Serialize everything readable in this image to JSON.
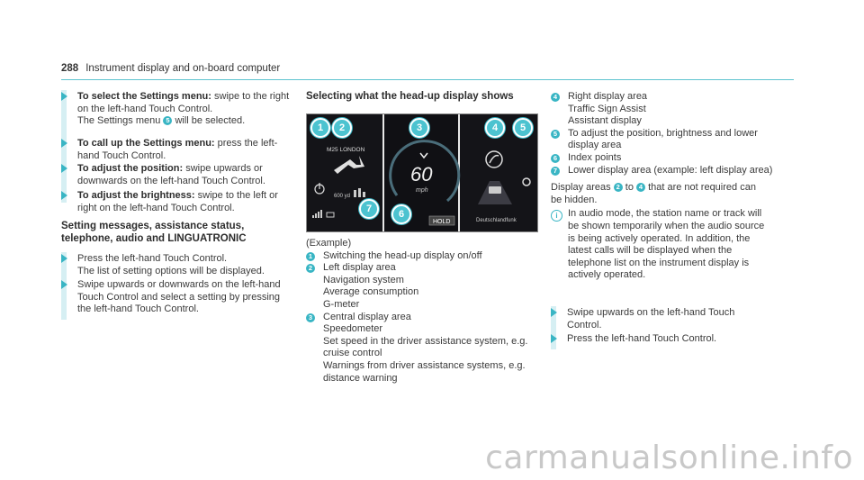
{
  "header": {
    "page_number": "288",
    "title": "Instrument display and on-board computer"
  },
  "left": {
    "steps": [
      {
        "bold": "To select the Settings menu:",
        "text": "swipe to the right on the left-hand Touch Control.",
        "extra_pre": "The Settings menu",
        "extra_num": "5",
        "extra_post": "will be selected."
      },
      {
        "bold": "To call up the Settings menu:",
        "text": "press the left-hand Touch Control."
      },
      {
        "bold": "To adjust the position:",
        "text": "swipe upwards or downwards on the left-hand Touch Control."
      },
      {
        "bold": "To adjust the brightness:",
        "text": "swipe to the left or right on the left-hand Touch Control."
      }
    ],
    "section_title": "Setting messages, assistance status, telephone, audio and LINGUATRONIC",
    "steps2": [
      {
        "text": "Press the left-hand Touch Control.",
        "extra": "The list of setting options will be displayed."
      },
      {
        "text": "Swipe upwards or downwards on the left-hand Touch Control and select a setting by pressing the left-hand Touch Control."
      }
    ]
  },
  "middle": {
    "section_title": "Selecting what the head-up display shows",
    "figure": {
      "station": "M25 LONDON",
      "distance": "600 yd",
      "speed": "60",
      "unit": "mph",
      "hold": "HOLD",
      "radio": "Deutschlandfunk",
      "callouts": [
        "1",
        "2",
        "3",
        "4",
        "5",
        "6",
        "7"
      ]
    },
    "caption": "(Example)",
    "items": [
      {
        "num": "1",
        "lines": [
          "Switching the head-up display on/off"
        ]
      },
      {
        "num": "2",
        "lines": [
          "Left display area",
          "Navigation system",
          "Average consumption",
          "G-meter"
        ]
      },
      {
        "num": "3",
        "lines": [
          "Central display area",
          "Speedometer",
          "Set speed in the driver assistance system, e.g. cruise control",
          "Warnings from driver assistance systems, e.g. distance warning"
        ]
      }
    ]
  },
  "right": {
    "items": [
      {
        "num": "4",
        "lines": [
          "Right display area",
          "Traffic Sign Assist",
          "Assistant display"
        ]
      },
      {
        "num": "5",
        "lines": [
          "To adjust the position, brightness and lower display area"
        ]
      },
      {
        "num": "6",
        "lines": [
          "Index points"
        ]
      },
      {
        "num": "7",
        "lines": [
          "Lower display area (example: left display area)"
        ]
      }
    ],
    "para_pre": "Display areas",
    "para_num1": "2",
    "para_mid": "to",
    "para_num2": "4",
    "para_post": "that are not required can be hidden.",
    "info": "In audio mode, the station name or track will be shown temporarily when the audio source is being actively operated. In addition, the latest calls will be displayed when the telephone list on the instrument display is actively operated.",
    "steps": [
      {
        "text": "Swipe upwards on the left-hand Touch Control."
      },
      {
        "text": "Press the left-hand Touch Control."
      }
    ]
  },
  "watermark": "carmanualsonline.info",
  "colors": {
    "accent": "#39b5c4",
    "bar": "#d6eff3",
    "rule": "#5ec4cf"
  }
}
